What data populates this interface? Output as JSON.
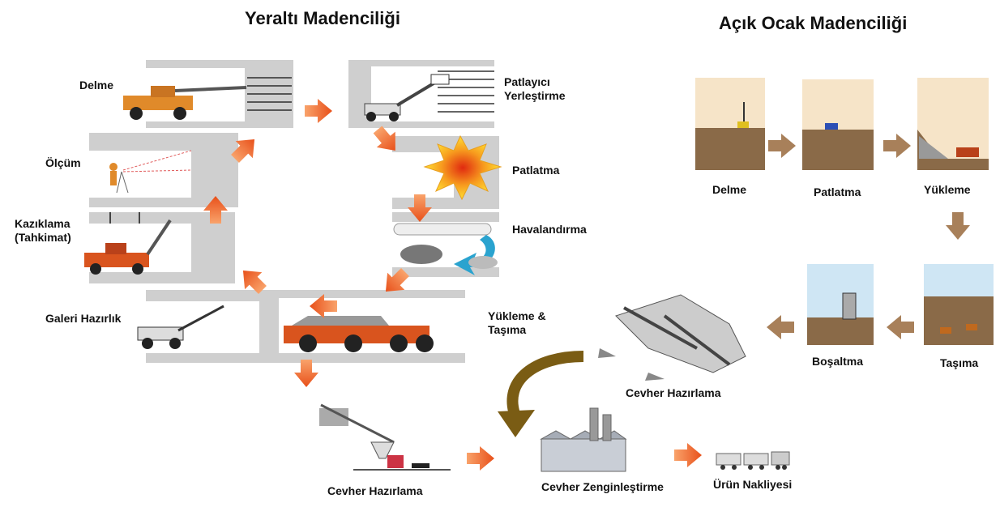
{
  "titles": {
    "underground": "Yeraltı Madenciliği",
    "open_pit": "Açık Ocak Madenciliği"
  },
  "underground": {
    "drilling": "Delme",
    "explosive_line1": "Patlayıcı",
    "explosive_line2": "Yerleştirme",
    "blasting": "Patlatma",
    "ventilation": "Havalandırma",
    "loading_line1": "Yükleme &",
    "loading_line2": "Taşıma",
    "gallery": "Galeri Hazırlık",
    "bolting_line1": "Kazıklama",
    "bolting_line2": "(Tahkimat)",
    "survey": "Ölçüm",
    "ore_prep": "Cevher Hazırlama"
  },
  "open_pit": {
    "drilling": "Delme",
    "blasting": "Patlatma",
    "loading": "Yükleme",
    "hauling": "Taşıma",
    "dumping": "Boşaltma",
    "ore_prep": "Cevher Hazırlama"
  },
  "processing": {
    "beneficiation": "Cevher Zenginleştirme",
    "shipping": "Ürün Nakliyesi"
  },
  "colors": {
    "orange_arrow": "#f26a1b",
    "brown_arrow": "#a8805a",
    "curved_arrow": "#7a5c14",
    "tunnel": "#c9c9c9",
    "vehicle": "#d9541e"
  }
}
